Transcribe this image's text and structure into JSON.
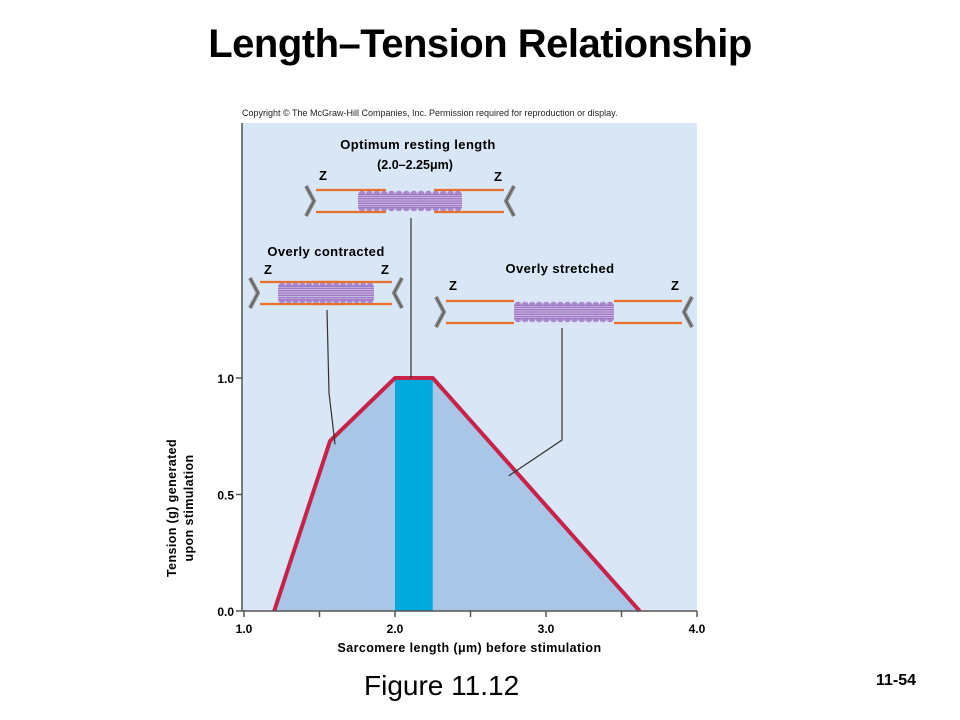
{
  "page": {
    "title": "Length–Tension Relationship",
    "copyright": "Copyright © The McGraw-Hill Companies, Inc. Permission required for reproduction or display.",
    "figure_label": "Figure 11.12",
    "slide_number": "11-54"
  },
  "colors": {
    "panel_bg": "#d8e6f5",
    "area_fill": "#a9c6e6",
    "curve": "#c8224a",
    "optimum_band": "#00aada",
    "filament_orange": "#e8702a",
    "myosin_purple": "#a377c5",
    "zline_gray": "#8a8a8a",
    "axis": "#555555"
  },
  "chart_data": {
    "type": "area",
    "title": "",
    "xlabel": "Sarcomere length (μm) before stimulation",
    "ylabel_lines": [
      "Tension (g) generated",
      "upon stimulation"
    ],
    "xlim": [
      1.0,
      4.0
    ],
    "ylim": [
      0.0,
      1.0
    ],
    "xticks": [
      1.0,
      2.0,
      3.0,
      4.0
    ],
    "xtick_labels": [
      "1.0",
      "2.0",
      "3.0",
      "4.0"
    ],
    "xticks_minor": [
      1.5,
      2.5,
      3.5
    ],
    "yticks": [
      0.0,
      0.5,
      1.0
    ],
    "ytick_labels": [
      "0.0",
      "0.5",
      "1.0"
    ],
    "grid": false,
    "curve": {
      "x": [
        1.2,
        1.57,
        2.0,
        2.25,
        3.62
      ],
      "y": [
        0.0,
        0.73,
        1.0,
        1.0,
        0.0
      ]
    },
    "optimum_band": [
      2.0,
      2.25
    ],
    "annotations": [
      {
        "id": "contracted",
        "label": "Overly contracted",
        "z_labels": [
          "Z",
          "Z"
        ],
        "point": [
          1.55,
          0.75
        ]
      },
      {
        "id": "optimum",
        "label": "Optimum resting length",
        "sublabel": "(2.0–2.25μm)",
        "z_labels": [
          "Z",
          "Z"
        ],
        "point": [
          2.1,
          1.0
        ]
      },
      {
        "id": "stretched",
        "label": "Overly stretched",
        "z_labels": [
          "Z",
          "Z"
        ],
        "point": [
          2.7,
          0.6
        ]
      }
    ]
  }
}
